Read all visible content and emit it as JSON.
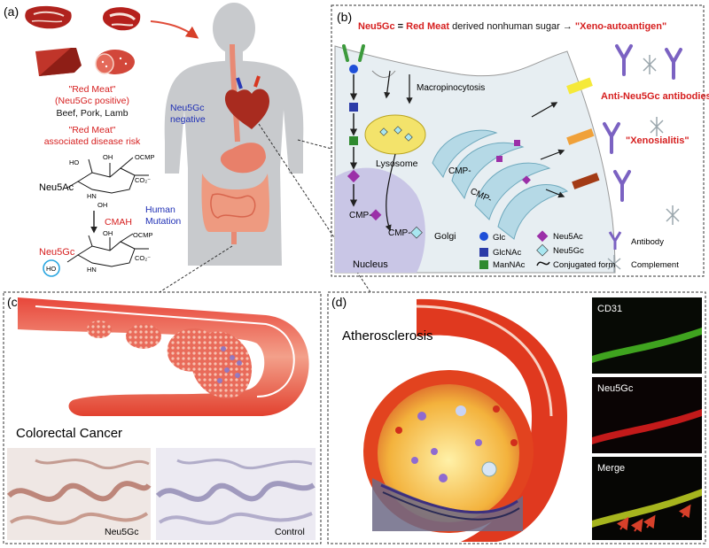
{
  "panel_a": {
    "label": "(a)",
    "red_meat_title": "\"Red Meat\"",
    "red_meat_sub": "(Neu5Gc positive)",
    "meats": "Beef, Pork, Lamb",
    "risk_line1": "\"Red Meat\"",
    "risk_line2": "associated disease risk",
    "neg_line1": "Neu5Gc",
    "neg_line2": "negative",
    "neu5ac": "Neu5Ac",
    "cmah": "CMAH",
    "mutation_line1": "Human",
    "mutation_line2": "Mutation",
    "neu5gc": "Neu5Gc",
    "ho_group": "HO",
    "ho_top": "HO",
    "oh_top": "OH",
    "cmp_label": "OCMP",
    "co2": "CO₂⁻",
    "hn": "HN",
    "oh_ring": "OH",
    "oh_side": "OH"
  },
  "panel_b": {
    "label": "(b)",
    "title_neu5gc": "Neu5Gc",
    "title_eq": " = ",
    "title_redmeat": "Red Meat",
    "title_rest": " derived nonhuman sugar → ",
    "title_xeno": "\"Xeno-autoantigen\"",
    "macropino": "Macropinocytosis",
    "antibodies": "Anti-Neu5Gc antibodies",
    "lysosome": "Lysosome",
    "xenosialitis": "\"Xenosialitis\"",
    "cmp1": "CMP-",
    "cmp2": "CMP-",
    "cmp3": "CMP-",
    "cmp4": "CMP-",
    "golgi": "Golgi",
    "nucleus": "Nucleus",
    "legend": {
      "glc": "Glc",
      "glcnac": "GlcNAc",
      "mannac": "ManNAc",
      "neu5ac": "Neu5Ac",
      "neu5gc": "Neu5Gc",
      "conj": "Conjugated form",
      "antibody": "Antibody",
      "complement": "Complement"
    }
  },
  "panel_c": {
    "label": "(c)",
    "title": "Colorectal Cancer",
    "stain1": "Neu5Gc",
    "stain2": "Control"
  },
  "panel_d": {
    "label": "(d)",
    "title": "Atherosclerosis",
    "cd31": "CD31",
    "neu5gc": "Neu5Gc",
    "merge": "Merge"
  },
  "colors": {
    "meat": "#c0392b",
    "red_text": "#d62020",
    "blue_text": "#1f2fb5",
    "body": "#c8cacd",
    "cell_blue": "#b5d9e6",
    "nucleus": "#c9c6e6",
    "lysosome": "#f3e36b",
    "antibody": "#7b62c2",
    "neu5ac": "#9b2fa8",
    "neu5gc": "#a8e6f0",
    "glc": "#1e4fd8",
    "glcnac": "#2b3ba8",
    "mannac": "#2f8a2f",
    "cd31": "#3fa31f",
    "neu5gc_stain": "#c31a1a",
    "merge": "#a6b51e"
  },
  "icons": [
    "steak-icon",
    "ham-icon",
    "heart-icon",
    "antibody-icon",
    "complement-icon",
    "arrow-icon"
  ]
}
